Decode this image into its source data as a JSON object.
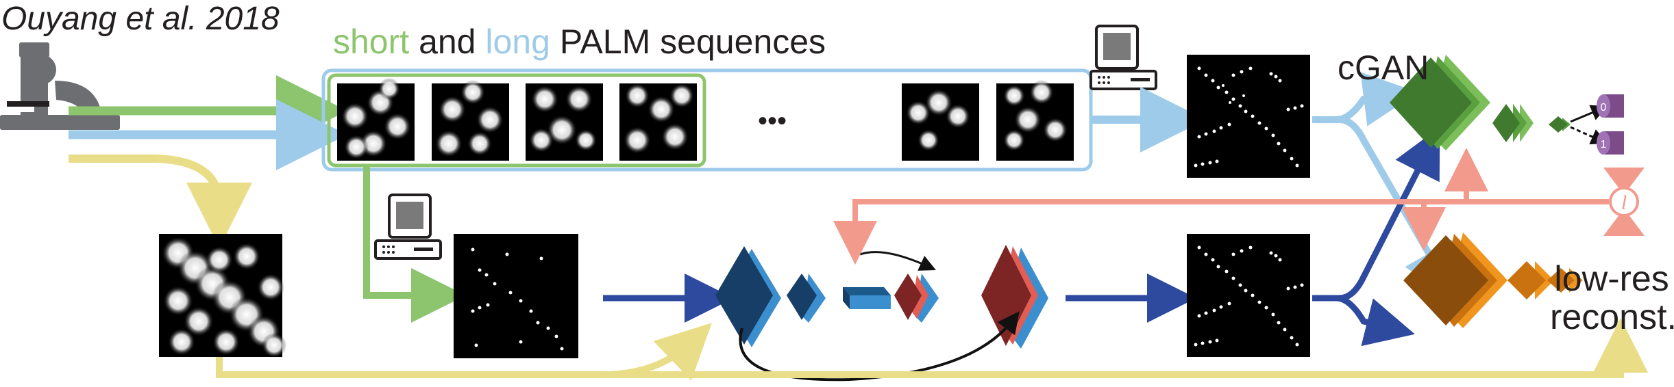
{
  "citation": "Ouyang et al. 2018",
  "title": {
    "short": "short",
    "and": " and ",
    "long": "long",
    "rest": " PALM sequences"
  },
  "ellipsis": "•••",
  "cgan_label": "cGAN",
  "lowres_label": {
    "line1": "low-res",
    "line2": "reconst."
  },
  "loss_symbol": "l",
  "colors": {
    "short": "#8cc56e",
    "long": "#9ecbea",
    "widefield": "#e9dd87",
    "loss": "#f29a8c",
    "generator_arrow": "#2e4a9e",
    "encoder": "#1f4e79",
    "decoder": "#8b2f2f",
    "discriminator": "#4d8a3c",
    "lowres_net": "#c9720f",
    "microscope": "#6d6e71"
  },
  "icons": [
    "microscope-icon",
    "computer-icon",
    "computer-icon",
    "vector-icon"
  ]
}
